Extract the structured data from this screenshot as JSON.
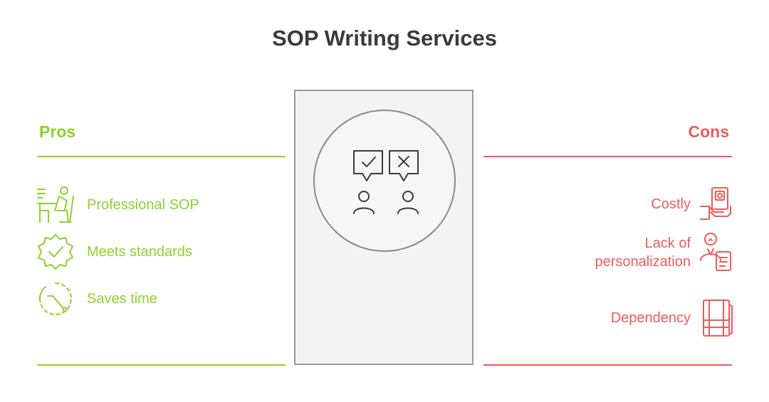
{
  "title": "SOP Writing Services",
  "pros": {
    "heading": "Pros",
    "items": [
      {
        "label": "Professional SOP",
        "icon": "professional-worker-icon"
      },
      {
        "label": "Meets standards",
        "icon": "verified-badge-icon"
      },
      {
        "label": "Saves time",
        "icon": "stopwatch-icon"
      }
    ]
  },
  "cons": {
    "heading": "Cons",
    "items": [
      {
        "label": "Costly",
        "icon": "money-hand-icon"
      },
      {
        "label": "Lack of personalization",
        "icon": "person-document-icon"
      },
      {
        "label": "Dependency",
        "icon": "layered-panels-icon"
      }
    ]
  },
  "colors": {
    "pros": "#8fd12c",
    "cons": "#ef5b5b",
    "title": "#3b3b3b",
    "panel": "#f3f3f3"
  },
  "center": {
    "icon": "pros-cons-people-icon"
  }
}
